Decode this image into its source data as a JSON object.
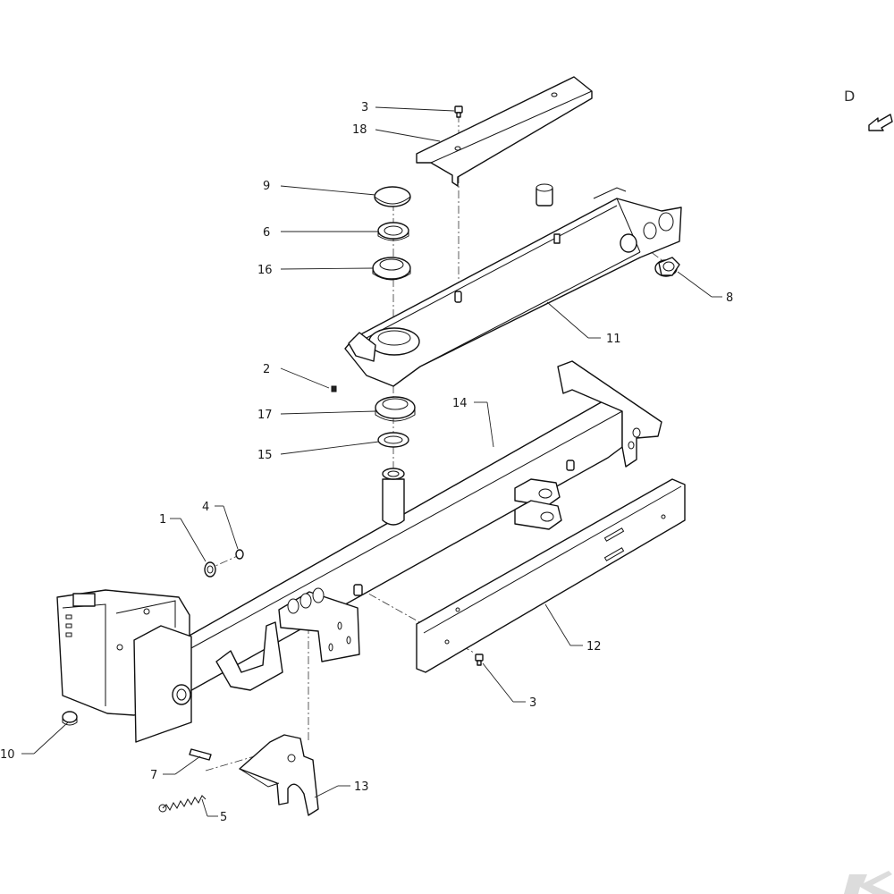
{
  "view": {
    "letter": "D"
  },
  "callouts": [
    "3",
    "18",
    "9",
    "6",
    "16",
    "8",
    "11",
    "2",
    "17",
    "15",
    "14",
    "1",
    "4",
    "12",
    "3",
    "10",
    "7",
    "5",
    "13"
  ],
  "watermark": {
    "text": "K",
    "kind": "brand-logo"
  },
  "icons": {
    "view_arrow": "view-direction-arrow-icon"
  }
}
